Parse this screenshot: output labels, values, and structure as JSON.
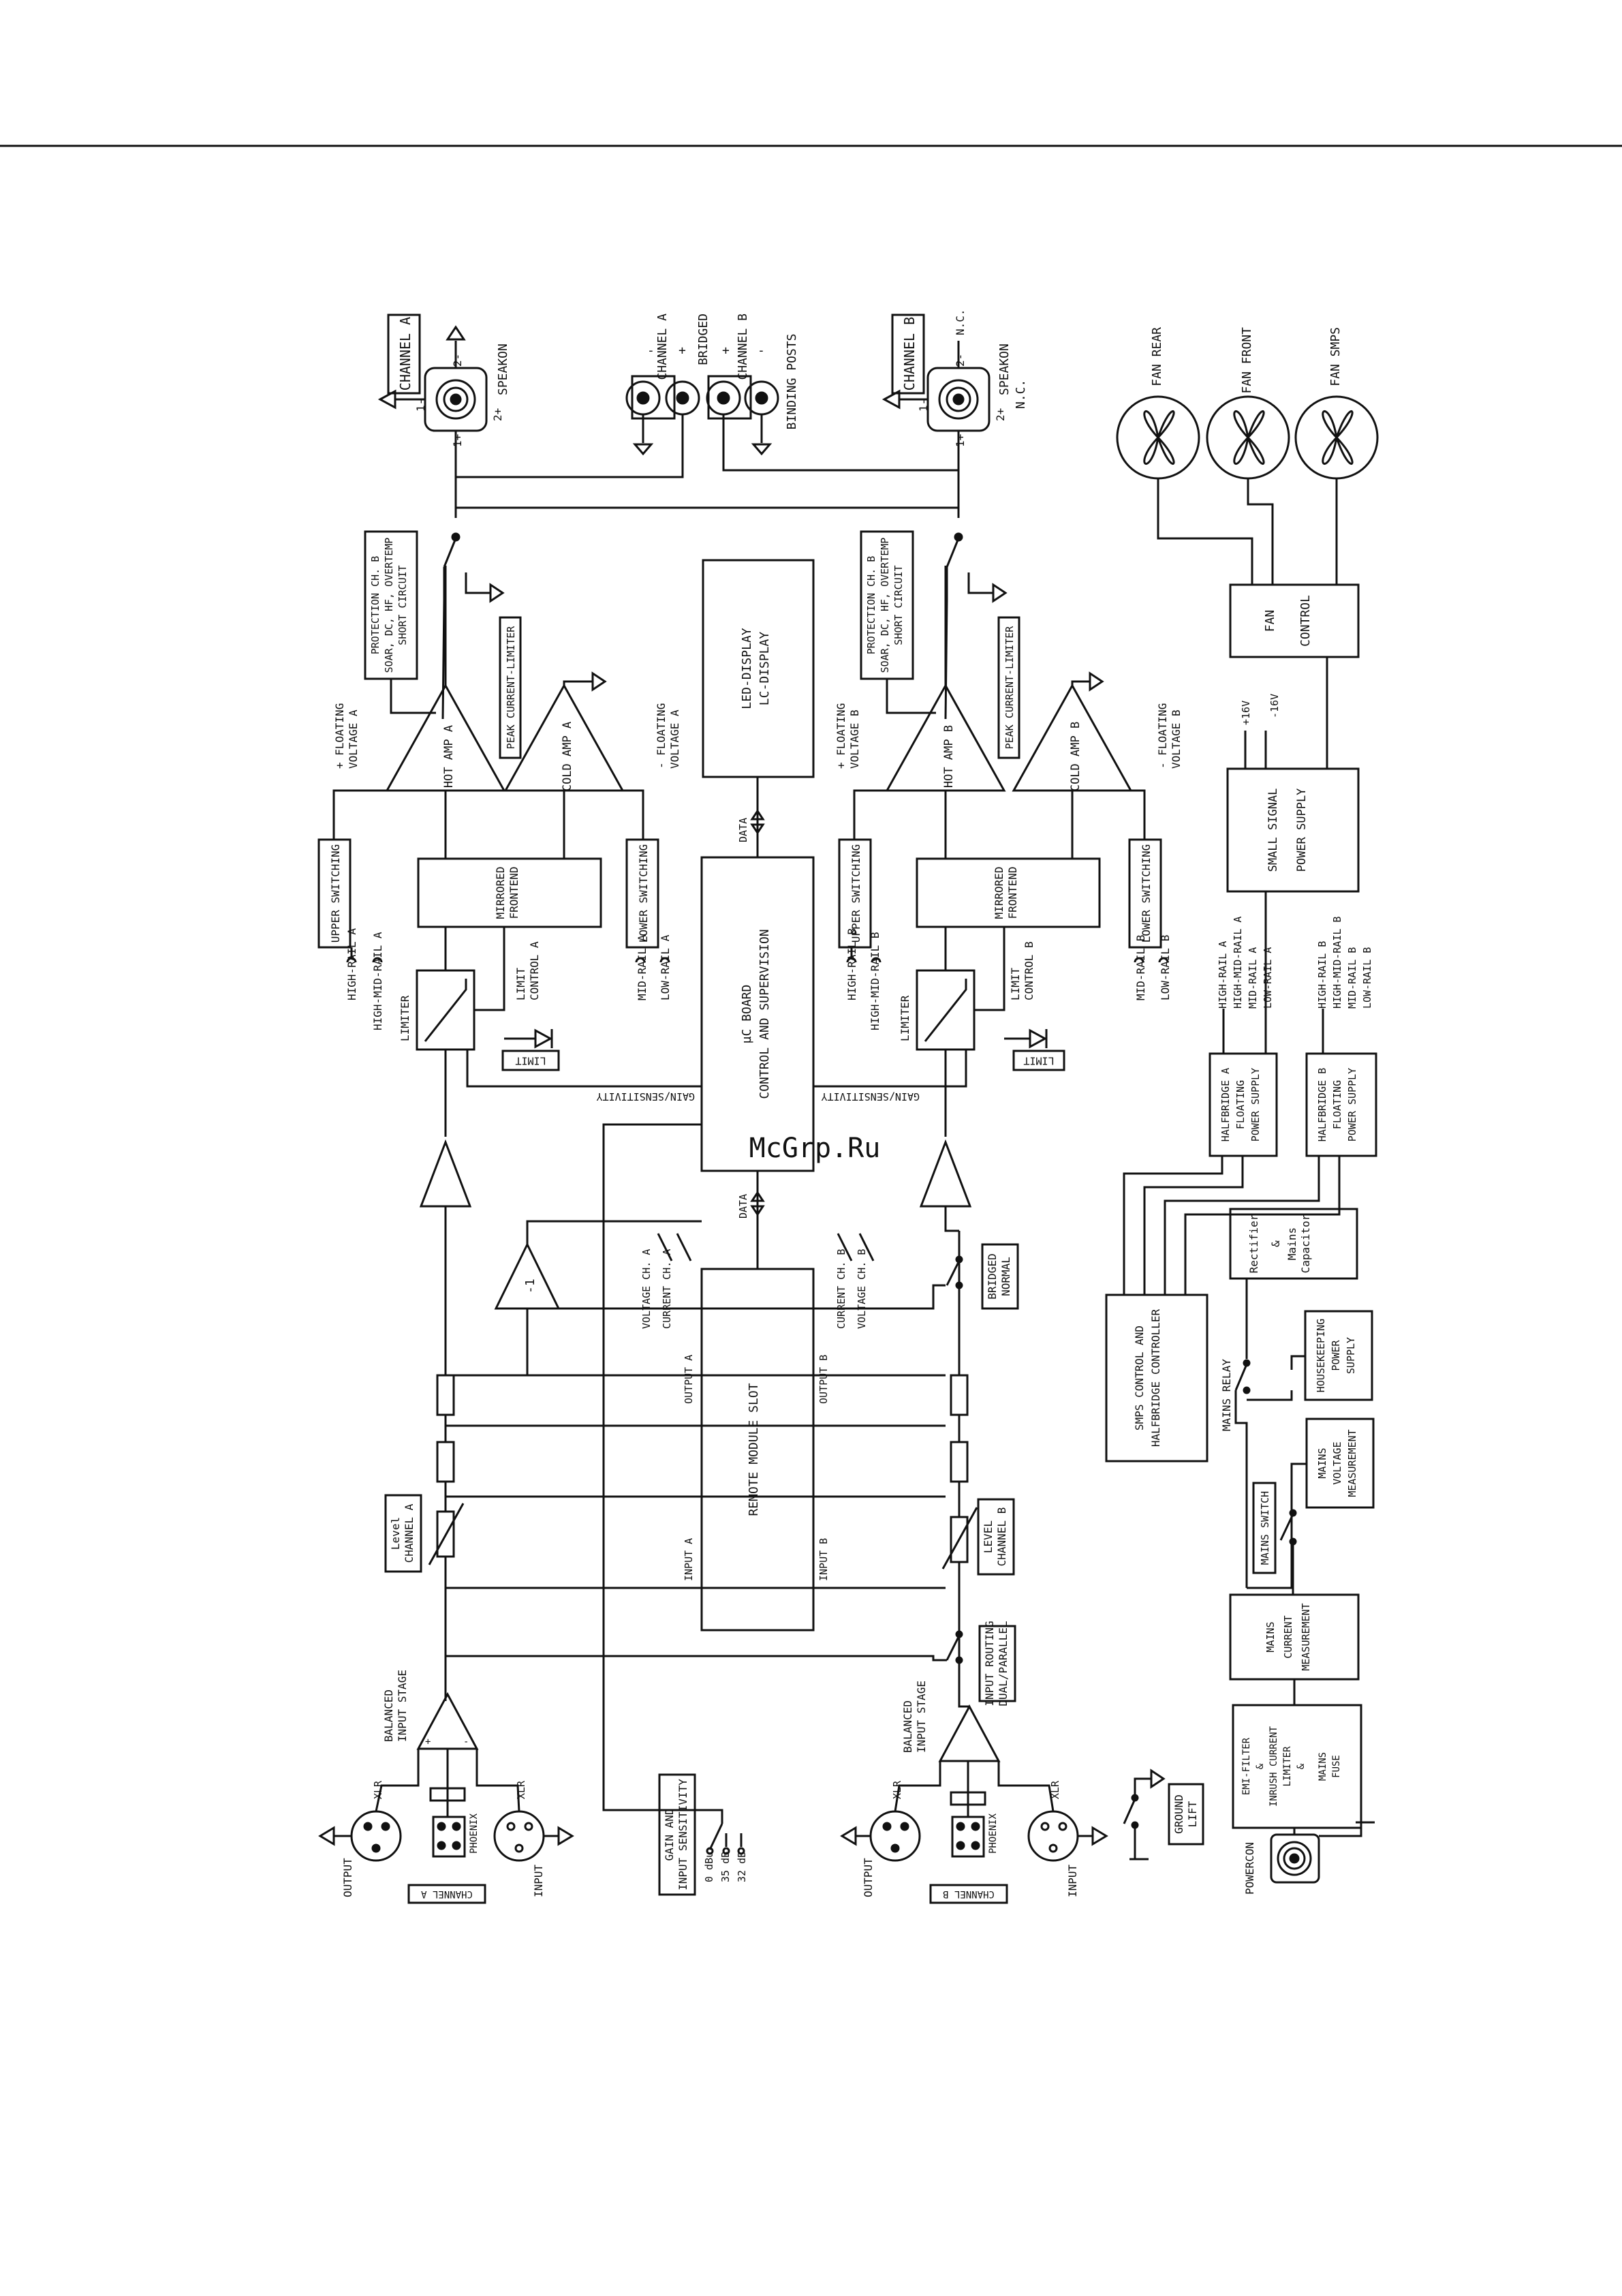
{
  "watermark": "McGrp.Ru",
  "outputs": {
    "channel_a_box": "CHANNEL A",
    "channel_b_box": "CHANNEL B",
    "speakon": "SPEAKON",
    "speakon_b_nc": "N.C.",
    "pin_1m": "1-",
    "pin_1p": "1+",
    "pin_2m": "2-",
    "pin_2p": "2+",
    "nc": "N.C."
  },
  "binding_posts": {
    "label": "BINDING POSTS",
    "channel_a": "CHANNEL A",
    "bridged": "BRIDGED",
    "channel_b": "CHANNEL B",
    "minus": "-",
    "plus": "+"
  },
  "fans": {
    "rear": "FAN REAR",
    "front": "FAN FRONT",
    "smps": "FAN SMPS",
    "control": [
      "FAN",
      "CONTROL"
    ]
  },
  "protection_a": [
    "PROTECTION CH. B",
    "SOAR, DC, HF, OVERTEMP",
    "SHORT CIRCUIT"
  ],
  "protection_b": [
    "PROTECTION CH. B",
    "SOAR, DC, HF, OVERTEMP",
    "SHORT CIRCUIT"
  ],
  "amp_a": {
    "hot": "HOT AMP A",
    "cold": "COLD AMP A",
    "peak": "PEAK CURRENT-LIMITER",
    "upper": "UPPER SWITCHING",
    "lower": "LOWER SWITCHING",
    "mirrored": [
      "MIRRORED",
      "FRONTEND"
    ],
    "floating_plus": [
      "+ FLOATING",
      "VOLTAGE A"
    ],
    "floating_minus": [
      "- FLOATING",
      "VOLTAGE A"
    ],
    "high_rail": "HIGH-RAIL A",
    "high_mid_rail": "HIGH-MID-RAIL A",
    "mid_rail": "MID-RAIL A",
    "low_rail": "LOW-RAIL A",
    "limiter": "LIMITER",
    "limit_control": [
      "LIMIT",
      "CONTROL A"
    ],
    "limit": "LIMIT"
  },
  "amp_b": {
    "hot": "HOT AMP B",
    "cold": "COLD AMP B",
    "peak": "PEAK CURRENT-LIMITER",
    "upper": "UPPER SWITCHING",
    "lower": "LOWER SWITCHING",
    "mirrored": [
      "MIRRORED",
      "FRONTEND"
    ],
    "floating_plus": [
      "+ FLOATING",
      "VOLTAGE B"
    ],
    "floating_minus": [
      "- FLOATING",
      "VOLTAGE B"
    ],
    "high_rail": "HIGH-RAIL B",
    "high_mid_rail": "HIGH-MID-RAIL B",
    "mid_rail": "MID-RAIL B",
    "low_rail": "LOW-RAIL B",
    "limiter": "LIMITER",
    "limit_control": [
      "LIMIT",
      "CONTROL B"
    ],
    "limit": "LIMIT"
  },
  "center": {
    "led_display": [
      "LED-DISPLAY",
      "LC-DISPLAY"
    ],
    "data": "DATA",
    "uc_board": [
      "µC BOARD",
      "CONTROL AND SUPERVISION"
    ],
    "gain_sensitivity": "GAIN/SENSITIVITY",
    "remote_slot": "REMOTE MODULE SLOT",
    "voltage_a": "VOLTAGE CH. A",
    "current_a": "CURRENT CH. A",
    "current_b": "CURRENT CH. B",
    "voltage_b": "VOLTAGE CH. B",
    "output_a": "OUTPUT A",
    "output_b": "OUTPUT B",
    "input_a": "INPUT A",
    "input_b": "INPUT B",
    "minus_one": "-1"
  },
  "switches": {
    "bridged_normal": [
      "BRIDGED",
      "NORMAL"
    ],
    "input_routing": [
      "INPUT ROUTING",
      "DUAL/PARALLEL"
    ],
    "gain_input": [
      "GAIN AND",
      "INPUT SENSITIVITY"
    ],
    "gain_steps": [
      "0 dBu",
      "35 dB",
      "32 dB"
    ],
    "ground_lift": [
      "GROUND",
      "LIFT"
    ],
    "mains_switch": "MAINS SWITCH",
    "mains_relay": "MAINS RELAY"
  },
  "level": {
    "a": [
      "Level",
      "CHANNEL A"
    ],
    "b": [
      "LEVEL",
      "CHANNEL B"
    ]
  },
  "input_a": {
    "balanced": [
      "BALANCED",
      "INPUT STAGE"
    ],
    "xlr": "XLR",
    "phoenix": "PHOENIX",
    "output": "OUTPUT",
    "input": "INPUT",
    "channel": "CHANNEL A"
  },
  "input_b": {
    "balanced": [
      "BALANCED",
      "INPUT STAGE"
    ],
    "xlr": "XLR",
    "phoenix": "PHOENIX",
    "output": "OUTPUT",
    "input": "INPUT",
    "channel": "CHANNEL B"
  },
  "power": {
    "small_signal": [
      "SMALL SIGNAL",
      "POWER SUPPLY"
    ],
    "plus16": "+16V",
    "minus16": "-16V",
    "halfbridge_a": [
      "HALFBRIDGE A",
      "FLOATING",
      "POWER SUPPLY"
    ],
    "halfbridge_b": [
      "HALFBRIDGE B",
      "FLOATING",
      "POWER SUPPLY"
    ],
    "rails_a": [
      "HIGH-RAIL A",
      "HIGH-MID-RAIL A",
      "MID-RAIL A",
      "LOW-RAIL A"
    ],
    "rails_b": [
      "HIGH-RAIL B",
      "HIGH-MID-RAIL B",
      "MID-RAIL B",
      "LOW-RAIL B"
    ],
    "rectifier": [
      "Rectifier",
      "&",
      "Mains",
      "Capacitor"
    ],
    "smps": [
      "SMPS CONTROL AND",
      "HALFBRIDGE CONTROLLER"
    ],
    "housekeeping": [
      "HOUSEKEEPING",
      "POWER",
      "SUPPLY"
    ],
    "mains_voltage": [
      "MAINS",
      "VOLTAGE",
      "MEASUREMENT"
    ],
    "mains_current": [
      "MAINS",
      "CURRENT",
      "MEASUREMENT"
    ],
    "emi": [
      "EMI-FILTER",
      "&",
      "INRUSH CURRENT",
      "LIMITER",
      "&",
      "MAINS",
      "FUSE"
    ],
    "powercon": "POWERCON"
  }
}
